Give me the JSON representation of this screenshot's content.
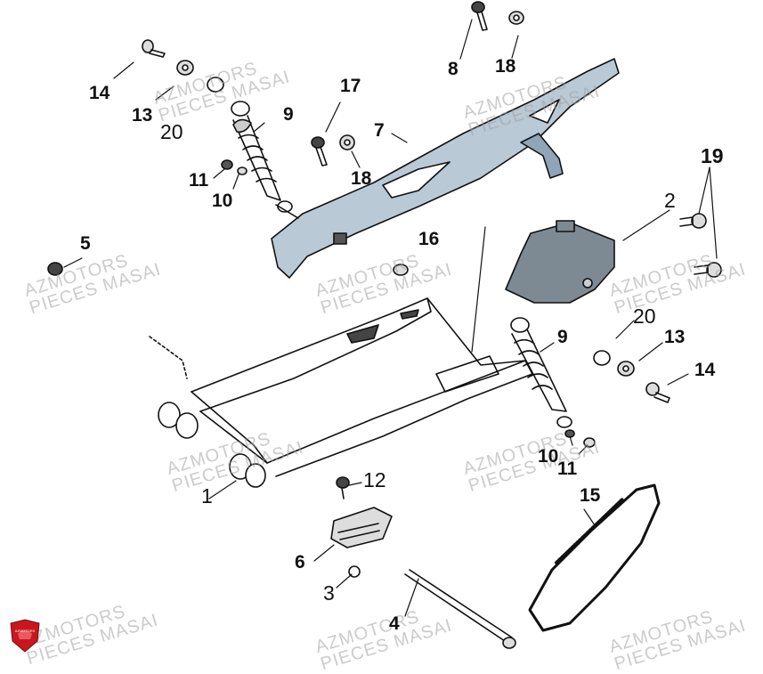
{
  "watermark": {
    "line1": "AZMOTORS",
    "line2": "PIECES MASAI"
  },
  "logo": {
    "text": "AZMOTORS",
    "color": "#c8171e"
  },
  "callouts": [
    {
      "id": "c14a",
      "label": "14"
    },
    {
      "id": "c13a",
      "label": "13"
    },
    {
      "id": "c20a",
      "label": "20"
    },
    {
      "id": "c9a",
      "label": "9"
    },
    {
      "id": "c11a",
      "label": "11"
    },
    {
      "id": "c10a",
      "label": "10"
    },
    {
      "id": "c5",
      "label": "5"
    },
    {
      "id": "c17",
      "label": "17"
    },
    {
      "id": "c7",
      "label": "7"
    },
    {
      "id": "c18a",
      "label": "18"
    },
    {
      "id": "c8",
      "label": "8"
    },
    {
      "id": "c18b",
      "label": "18"
    },
    {
      "id": "c19",
      "label": "19"
    },
    {
      "id": "c2",
      "label": "2"
    },
    {
      "id": "c16",
      "label": "16"
    },
    {
      "id": "c20b",
      "label": "20"
    },
    {
      "id": "c9b",
      "label": "9"
    },
    {
      "id": "c13b",
      "label": "13"
    },
    {
      "id": "c14b",
      "label": "14"
    },
    {
      "id": "c10b",
      "label": "10"
    },
    {
      "id": "c11b",
      "label": "11"
    },
    {
      "id": "c12",
      "label": "12"
    },
    {
      "id": "c1",
      "label": "1"
    },
    {
      "id": "c15",
      "label": "15"
    },
    {
      "id": "c6",
      "label": "6"
    },
    {
      "id": "c3",
      "label": "3"
    },
    {
      "id": "c4",
      "label": "4"
    }
  ],
  "colors": {
    "line": "#111111",
    "chain_guard": "#b9c9d6",
    "chain_guard_dark": "#8fa6b8",
    "cover": "#7e8a93",
    "metal": "#d9d9d9"
  }
}
